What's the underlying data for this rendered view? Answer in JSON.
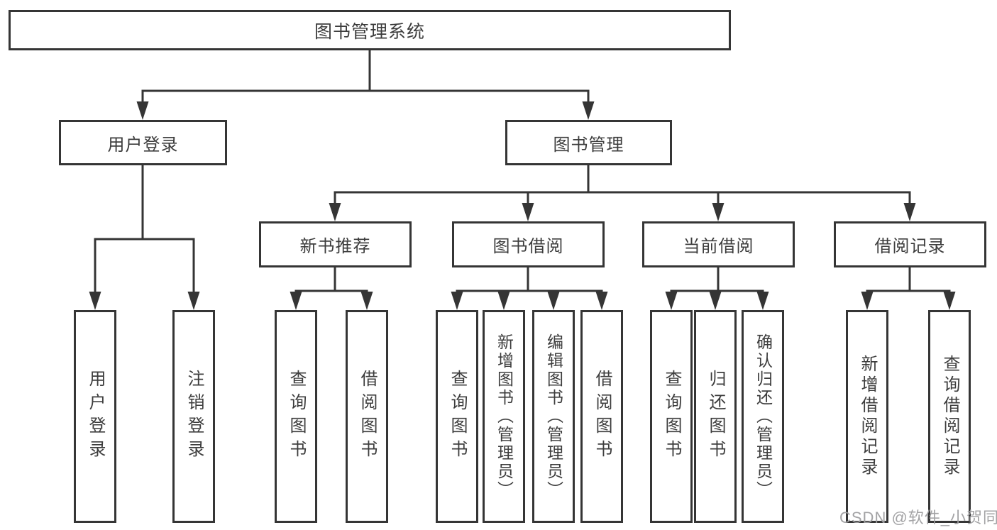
{
  "tree": {
    "label": "图书管理系统",
    "children": [
      {
        "label": "用户登录",
        "children": [
          {
            "label": "用户登录"
          },
          {
            "label": "注销登录"
          }
        ]
      },
      {
        "label": "图书管理",
        "children": [
          {
            "label": "新书推荐",
            "children": [
              {
                "label": "查询图书"
              },
              {
                "label": "借阅图书"
              }
            ]
          },
          {
            "label": "图书借阅",
            "children": [
              {
                "label": "查询图书"
              },
              {
                "label": "新增图书（管理员）"
              },
              {
                "label": "编辑图书（管理员）"
              },
              {
                "label": "借阅图书"
              }
            ]
          },
          {
            "label": "当前借阅",
            "children": [
              {
                "label": "查询图书"
              },
              {
                "label": "归还图书"
              },
              {
                "label": "确认归还（管理员）"
              }
            ]
          },
          {
            "label": "借阅记录",
            "children": [
              {
                "label": "新增借阅记录"
              },
              {
                "label": "查询借阅记录"
              }
            ]
          }
        ]
      }
    ]
  },
  "watermark": {
    "text": "CSDN @软件_小贺同学"
  },
  "colors": {
    "line": "#353535",
    "box_border": "#353535",
    "text": "#3d3d3d",
    "background": "#ffffff",
    "watermark": "#9e9ea0"
  }
}
